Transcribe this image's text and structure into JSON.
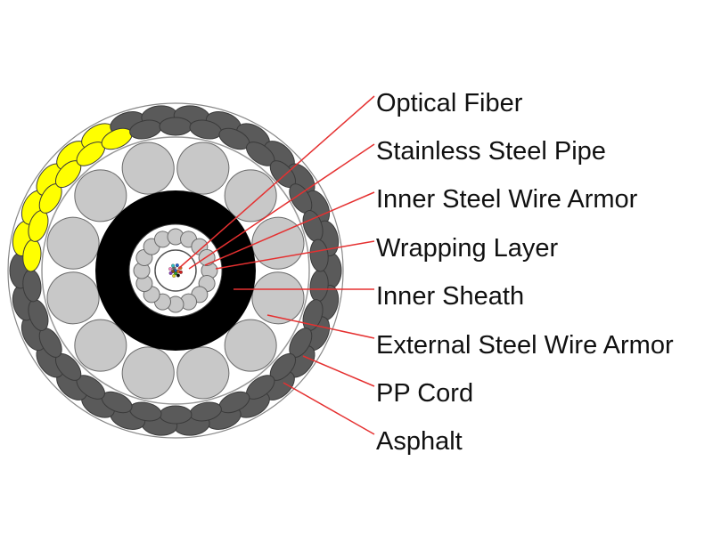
{
  "colors": {
    "background": "#ffffff",
    "pp_cord_dark": "#5a5a5a",
    "pp_cord_highlight": "#ffff00",
    "inner_wire": "#c8c8c8",
    "wire_outline": "#6a6a6a",
    "inner_sheath": "#000000",
    "leader_line": "#e53030"
  },
  "labels": [
    {
      "text": "Optical Fiber"
    },
    {
      "text": "Stainless Steel Pipe"
    },
    {
      "text": "Inner Steel Wire Armor"
    },
    {
      "text": "Wrapping Layer"
    },
    {
      "text": "Inner Sheath"
    },
    {
      "text": "External Steel Wire Armor"
    },
    {
      "text": "PP Cord"
    },
    {
      "text": "Asphalt"
    }
  ]
}
